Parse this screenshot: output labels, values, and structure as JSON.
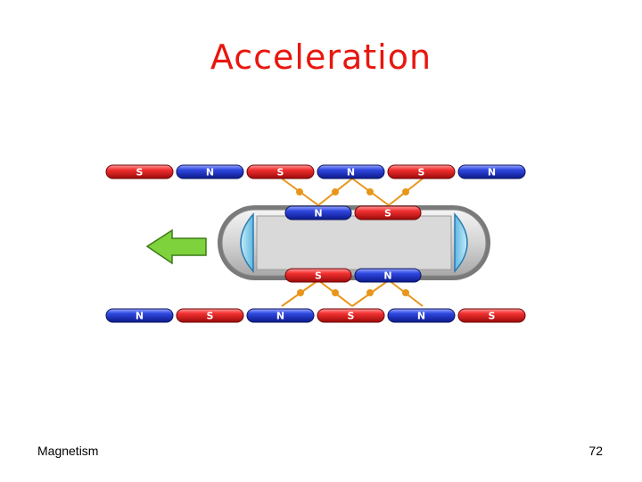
{
  "slide": {
    "title": "Acceleration",
    "footer_left": "Magnetism",
    "page_number": "72"
  },
  "diagram": {
    "top_track": [
      "S",
      "N",
      "S",
      "N",
      "S",
      "N"
    ],
    "bottom_track": [
      "N",
      "S",
      "N",
      "S",
      "N",
      "S"
    ],
    "train_top_magnets": [
      "N",
      "S"
    ],
    "train_bottom_magnets": [
      "S",
      "N"
    ],
    "colors": {
      "north_pole": "#2a3fd6",
      "south_pole": "#e0161a",
      "force_line": "#e8961a",
      "arrow": "#7ed23c",
      "train_body": "#d6d6d6",
      "window": "#8fd3f0",
      "title": "#e8160e"
    }
  }
}
